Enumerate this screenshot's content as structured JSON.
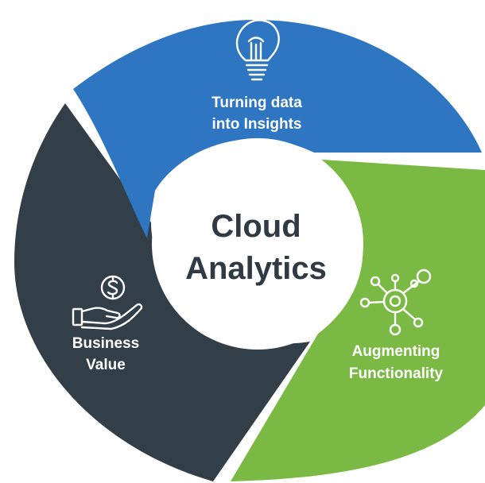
{
  "center": {
    "line1": "Cloud",
    "line2": "Analytics"
  },
  "segments": [
    {
      "line1": "Turning data",
      "line2": "into Insights",
      "color": "#2e75c2",
      "icon": "lightbulb-icon"
    },
    {
      "line1": "Augmenting",
      "line2": "Functionality",
      "color": "#7ab944",
      "icon": "network-hub-icon"
    },
    {
      "line1": "Business",
      "line2": "Value",
      "color": "#323e48",
      "icon": "hand-dollar-icon"
    }
  ],
  "colors": {
    "center_fill": "#ffffff",
    "center_text": "#2f3a45",
    "label_text": "#ffffff"
  }
}
